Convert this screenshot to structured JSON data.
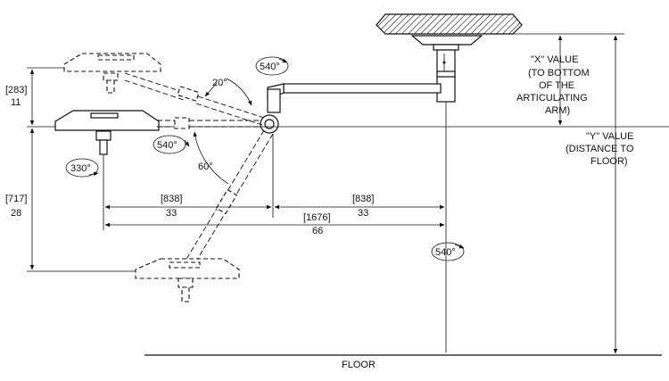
{
  "dimensions": {
    "top_drop_mm": "[283]",
    "top_drop_in": "11",
    "bottom_drop_mm": "[717]",
    "bottom_drop_in": "28",
    "arm_left_mm": "[838]",
    "arm_left_in": "33",
    "arm_right_mm": "[838]",
    "arm_right_in": "33",
    "total_span_mm": "[1676]",
    "total_span_in": "66"
  },
  "angles": {
    "up": "20°",
    "down": "60°"
  },
  "rotations": {
    "center_joint": "540°",
    "arm": "540°",
    "head": "330°",
    "mount": "540°"
  },
  "notes": {
    "x_value_line1": "\"X\" VALUE",
    "x_value_line2": "(TO BOTTOM",
    "x_value_line3": "OF THE",
    "x_value_line4": "ARTICULATING",
    "x_value_line5": "ARM)",
    "y_value_line1": "\"Y\" VALUE",
    "y_value_line2": "(DISTANCE TO",
    "y_value_line3": "FLOOR)"
  },
  "floor_label": "FLOOR"
}
